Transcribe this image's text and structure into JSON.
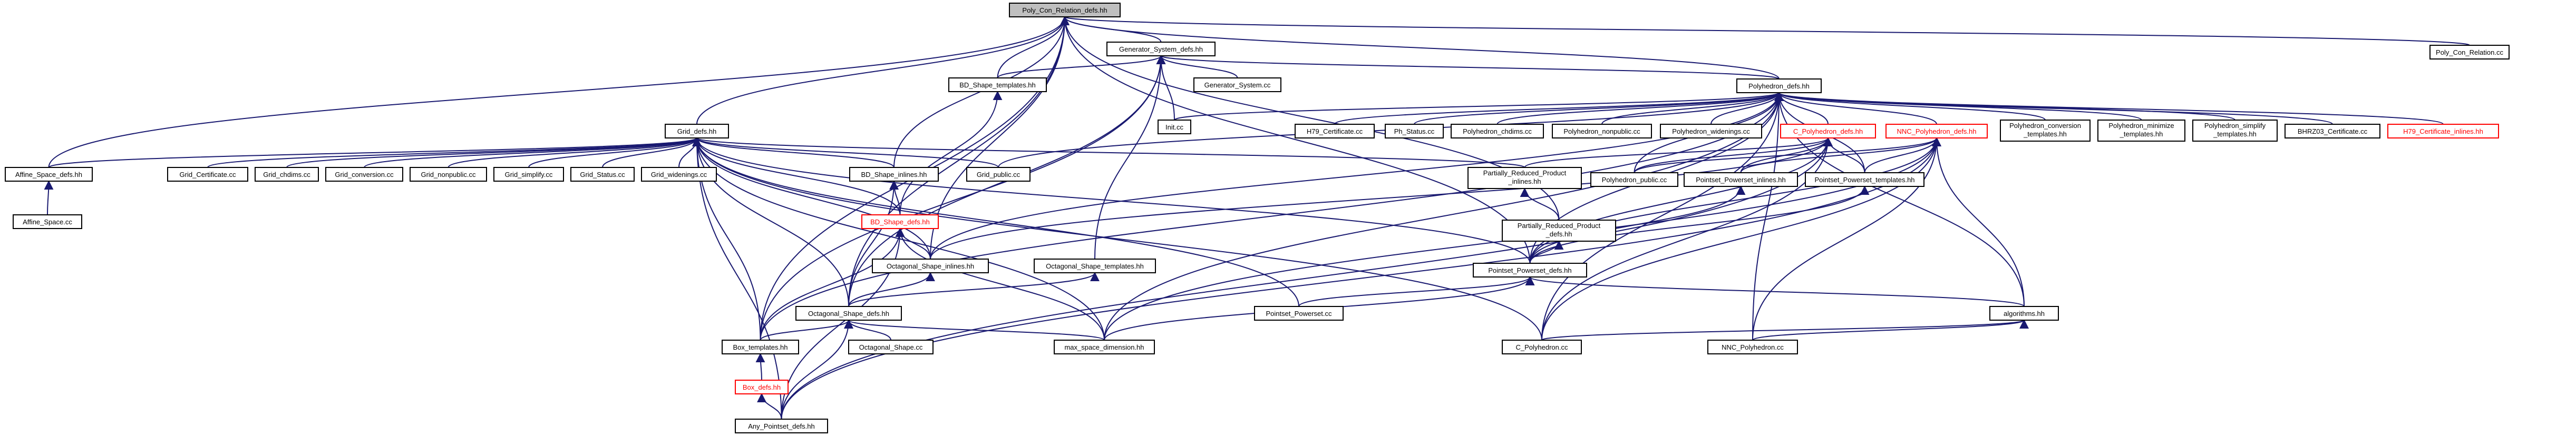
{
  "colors": {
    "edge": "#191970",
    "red_node": "#ff0000",
    "root_fill": "#bfbfbf"
  },
  "nodes": [
    {
      "id": "root",
      "label": "Poly_Con_Relation_defs.hh",
      "style": "root"
    },
    {
      "id": "pcrcc",
      "label": "Poly_Con_Relation.cc",
      "style": "normal"
    },
    {
      "id": "gsdefs",
      "label": "Generator_System_defs.hh",
      "style": "normal"
    },
    {
      "id": "bdtempl",
      "label": "BD_Shape_templates.hh",
      "style": "normal"
    },
    {
      "id": "gscc",
      "label": "Generator_System.cc",
      "style": "normal"
    },
    {
      "id": "initcc",
      "label": "Init.cc",
      "style": "normal"
    },
    {
      "id": "polydefs",
      "label": "Polyhedron_defs.hh",
      "style": "normal"
    },
    {
      "id": "gridefs",
      "label": "Grid_defs.hh",
      "style": "normal"
    },
    {
      "id": "affdefs",
      "label": "Affine_Space_defs.hh",
      "style": "normal"
    },
    {
      "id": "affcc",
      "label": "Affine_Space.cc",
      "style": "normal"
    },
    {
      "id": "gcert",
      "label": "Grid_Certificate.cc",
      "style": "normal"
    },
    {
      "id": "gchdims",
      "label": "Grid_chdims.cc",
      "style": "normal"
    },
    {
      "id": "gconv",
      "label": "Grid_conversion.cc",
      "style": "normal"
    },
    {
      "id": "gnonpub",
      "label": "Grid_nonpublic.cc",
      "style": "normal"
    },
    {
      "id": "gsimp",
      "label": "Grid_simplify.cc",
      "style": "normal"
    },
    {
      "id": "gstatus",
      "label": "Grid_Status.cc",
      "style": "normal"
    },
    {
      "id": "gwiden",
      "label": "Grid_widenings.cc",
      "style": "normal"
    },
    {
      "id": "bdinl",
      "label": "BD_Shape_inlines.hh",
      "style": "normal"
    },
    {
      "id": "gpub",
      "label": "Grid_public.cc",
      "style": "normal"
    },
    {
      "id": "bddefs",
      "label": "BD_Shape_defs.hh",
      "style": "red"
    },
    {
      "id": "octinl",
      "label": "Octagonal_Shape_inlines.hh",
      "style": "normal"
    },
    {
      "id": "octtempl",
      "label": "Octagonal_Shape_templates.hh",
      "style": "normal"
    },
    {
      "id": "octdefs",
      "label": "Octagonal_Shape_defs.hh",
      "style": "normal"
    },
    {
      "id": "octcc",
      "label": "Octagonal_Shape.cc",
      "style": "normal"
    },
    {
      "id": "boxtempl",
      "label": "Box_templates.hh",
      "style": "normal"
    },
    {
      "id": "boxdefs",
      "label": "Box_defs.hh",
      "style": "red"
    },
    {
      "id": "anyptr",
      "label": "Any_Pointset_defs.hh",
      "style": "normal"
    },
    {
      "id": "h79",
      "label": "H79_Certificate.cc",
      "style": "normal"
    },
    {
      "id": "phstatus",
      "label": "Ph_Status.cc",
      "style": "normal"
    },
    {
      "id": "pchdims",
      "label": "Polyhedron_chdims.cc",
      "style": "normal"
    },
    {
      "id": "pnonpub",
      "label": "Polyhedron_nonpublic.cc",
      "style": "normal"
    },
    {
      "id": "pwiden",
      "label": "Polyhedron_widenings.cc",
      "style": "normal"
    },
    {
      "id": "cpolydefs",
      "label": "C_Polyhedron_defs.hh",
      "style": "red"
    },
    {
      "id": "nncdefs",
      "label": "NNC_Polyhedron_defs.hh",
      "style": "red"
    },
    {
      "id": "pconv",
      "label": [
        "Polyhedron_conversion",
        "_templates.hh"
      ],
      "style": "normal"
    },
    {
      "id": "pminim",
      "label": [
        "Polyhedron_minimize",
        "_templates.hh"
      ],
      "style": "normal"
    },
    {
      "id": "psimp",
      "label": [
        "Polyhedron_simplify",
        "_templates.hh"
      ],
      "style": "normal"
    },
    {
      "id": "bhrz",
      "label": "BHRZ03_Certificate.cc",
      "style": "normal"
    },
    {
      "id": "h79inl",
      "label": "H79_Certificate_inlines.hh",
      "style": "red"
    },
    {
      "id": "prpinl",
      "label": [
        "Partially_Reduced_Product",
        "_inlines.hh"
      ],
      "style": "normal"
    },
    {
      "id": "ppub",
      "label": "Polyhedron_public.cc",
      "style": "normal"
    },
    {
      "id": "ppsinl",
      "label": "Pointset_Powerset_inlines.hh",
      "style": "normal"
    },
    {
      "id": "ppstempl",
      "label": "Pointset_Powerset_templates.hh",
      "style": "normal"
    },
    {
      "id": "prpdefs",
      "label": [
        "Partially_Reduced_Product",
        "_defs.hh"
      ],
      "style": "normal"
    },
    {
      "id": "ppsdefs",
      "label": "Pointset_Powerset_defs.hh",
      "style": "normal"
    },
    {
      "id": "ppscc",
      "label": "Pointset_Powerset.cc",
      "style": "normal"
    },
    {
      "id": "algo",
      "label": "algorithms.hh",
      "style": "normal"
    },
    {
      "id": "maxdim",
      "label": "max_space_dimension.hh",
      "style": "normal"
    },
    {
      "id": "cpolycc",
      "label": "C_Polyhedron.cc",
      "style": "normal"
    },
    {
      "id": "nnccc",
      "label": "NNC_Polyhedron.cc",
      "style": "normal"
    }
  ],
  "edges": [
    [
      "root",
      "pcrcc"
    ],
    [
      "root",
      "gsdefs"
    ],
    [
      "root",
      "bdtempl"
    ],
    [
      "root",
      "polydefs"
    ],
    [
      "root",
      "gridefs"
    ],
    [
      "root",
      "affdefs"
    ],
    [
      "root",
      "bdinl"
    ],
    [
      "root",
      "octdefs"
    ],
    [
      "root",
      "octinl"
    ],
    [
      "root",
      "boxtempl"
    ],
    [
      "root",
      "ppsdefs"
    ],
    [
      "root",
      "prpdefs"
    ],
    [
      "gsdefs",
      "bdtempl"
    ],
    [
      "gsdefs",
      "gscc"
    ],
    [
      "gsdefs",
      "initcc"
    ],
    [
      "gsdefs",
      "polydefs"
    ],
    [
      "gsdefs",
      "octtempl"
    ],
    [
      "gsdefs",
      "boxtempl"
    ],
    [
      "gsdefs",
      "octdefs"
    ],
    [
      "bdtempl",
      "bddefs"
    ],
    [
      "polydefs",
      "initcc"
    ],
    [
      "polydefs",
      "h79"
    ],
    [
      "polydefs",
      "phstatus"
    ],
    [
      "polydefs",
      "pchdims"
    ],
    [
      "polydefs",
      "pnonpub"
    ],
    [
      "polydefs",
      "pwiden"
    ],
    [
      "polydefs",
      "cpolydefs"
    ],
    [
      "polydefs",
      "nncdefs"
    ],
    [
      "polydefs",
      "pconv"
    ],
    [
      "polydefs",
      "pminim"
    ],
    [
      "polydefs",
      "psimp"
    ],
    [
      "polydefs",
      "bhrz"
    ],
    [
      "polydefs",
      "h79inl"
    ],
    [
      "polydefs",
      "gpub"
    ],
    [
      "polydefs",
      "ppub"
    ],
    [
      "polydefs",
      "ppstempl"
    ],
    [
      "polydefs",
      "ppsdefs"
    ],
    [
      "polydefs",
      "algo"
    ],
    [
      "polydefs",
      "boxtempl"
    ],
    [
      "polydefs",
      "maxdim"
    ],
    [
      "polydefs",
      "cpolycc"
    ],
    [
      "polydefs",
      "nnccc"
    ],
    [
      "polydefs",
      "octinl"
    ],
    [
      "gridefs",
      "affdefs"
    ],
    [
      "gridefs",
      "gcert"
    ],
    [
      "gridefs",
      "gchdims"
    ],
    [
      "gridefs",
      "gconv"
    ],
    [
      "gridefs",
      "gnonpub"
    ],
    [
      "gridefs",
      "gsimp"
    ],
    [
      "gridefs",
      "gstatus"
    ],
    [
      "gridefs",
      "gwiden"
    ],
    [
      "gridefs",
      "bdinl"
    ],
    [
      "gridefs",
      "gpub"
    ],
    [
      "gridefs",
      "prpinl"
    ],
    [
      "gridefs",
      "ppsdefs"
    ],
    [
      "gridefs",
      "boxtempl"
    ],
    [
      "gridefs",
      "octinl"
    ],
    [
      "gridefs",
      "octdefs"
    ],
    [
      "gridefs",
      "bddefs"
    ],
    [
      "gridefs",
      "maxdim"
    ],
    [
      "gridefs",
      "ppscc"
    ],
    [
      "gridefs",
      "anyptr"
    ],
    [
      "gridefs",
      "cpolycc"
    ],
    [
      "affdefs",
      "affcc"
    ],
    [
      "bdinl",
      "bddefs"
    ],
    [
      "bdinl",
      "octdefs"
    ],
    [
      "bddefs",
      "octinl"
    ],
    [
      "bddefs",
      "boxtempl"
    ],
    [
      "bddefs",
      "anyptr"
    ],
    [
      "bddefs",
      "maxdim"
    ],
    [
      "octinl",
      "octdefs"
    ],
    [
      "octtempl",
      "octdefs"
    ],
    [
      "octdefs",
      "octcc"
    ],
    [
      "octdefs",
      "boxtempl"
    ],
    [
      "octdefs",
      "anyptr"
    ],
    [
      "octdefs",
      "maxdim"
    ],
    [
      "boxtempl",
      "boxdefs"
    ],
    [
      "boxdefs",
      "anyptr"
    ],
    [
      "cpolydefs",
      "ppub"
    ],
    [
      "cpolydefs",
      "ppsinl"
    ],
    [
      "cpolydefs",
      "ppstempl"
    ],
    [
      "cpolydefs",
      "ppsdefs"
    ],
    [
      "cpolydefs",
      "octinl"
    ],
    [
      "cpolydefs",
      "anyptr"
    ],
    [
      "cpolydefs",
      "cpolycc"
    ],
    [
      "cpolydefs",
      "prpinl"
    ],
    [
      "nncdefs",
      "ppub"
    ],
    [
      "nncdefs",
      "ppsinl"
    ],
    [
      "nncdefs",
      "ppstempl"
    ],
    [
      "nncdefs",
      "ppsdefs"
    ],
    [
      "nncdefs",
      "algo"
    ],
    [
      "nncdefs",
      "maxdim"
    ],
    [
      "nncdefs",
      "nnccc"
    ],
    [
      "nncdefs",
      "cpolycc"
    ],
    [
      "nncdefs",
      "anyptr"
    ],
    [
      "prpinl",
      "prpdefs"
    ],
    [
      "ppsinl",
      "ppsdefs"
    ],
    [
      "ppstempl",
      "ppsdefs"
    ],
    [
      "prpdefs",
      "ppsdefs"
    ],
    [
      "ppsdefs",
      "ppscc"
    ],
    [
      "ppsdefs",
      "algo"
    ],
    [
      "ppsdefs",
      "maxdim"
    ],
    [
      "algo",
      "cpolycc"
    ],
    [
      "algo",
      "nnccc"
    ]
  ]
}
